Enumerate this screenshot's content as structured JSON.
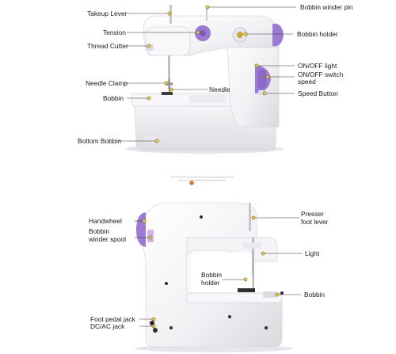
{
  "top_view": {
    "labels": {
      "takeup_lever": "Takeup Lever",
      "tension": "Tension",
      "thread_cutter": "Thread Cutter",
      "needle_clamp": "Needle Clamp",
      "needle": "Needle",
      "bobbin": "Bobbin",
      "bottom_bobbin": "Bottom Bobbin",
      "bobbin_winder_pin": "Bobbin winder pin",
      "bobbin_holder": "Bobbin holder",
      "on_off_light": "ON/OFF light",
      "on_off_switch_speed_1": "ON/OFF switch",
      "on_off_switch_speed_2": "speed",
      "speed_button": "Speed Button"
    }
  },
  "bottom_view": {
    "labels": {
      "handwheel": "Handwheel",
      "bobbin_winder_spool_1": "Bobbin",
      "bobbin_winder_spool_2": "winder spool",
      "presser_foot_lever_1": "Presser",
      "presser_foot_lever_2": "foot lever",
      "light": "Light",
      "bobbin_holder_1": "Bobbin",
      "bobbin_holder_2": "holder",
      "bobbin": "Bobbin",
      "foot_pedal_jack": "Foot pedal jack",
      "dc_ac_jack": "DC/AC jack"
    }
  },
  "colors": {
    "accent_purple": "#9b7bd1",
    "marker_yellow": "#f3d23a",
    "body_white": "#f4f4f7"
  }
}
